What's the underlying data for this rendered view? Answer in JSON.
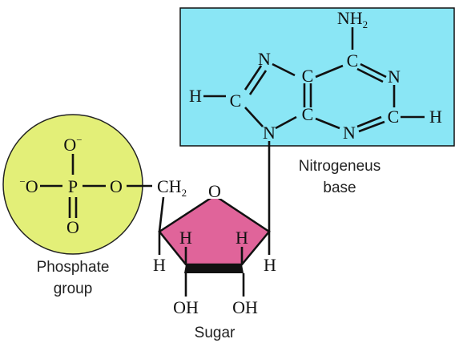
{
  "colors": {
    "base_box_fill": "#8ae6f5",
    "phosphate_fill": "#e3ef78",
    "sugar_fill": "#e0649a",
    "bond_color": "#111111"
  },
  "base": {
    "nh2_main": "NH",
    "nh2_sub": "2",
    "n_top_left": "N",
    "c_top": "C",
    "c_mid_upper": "C",
    "n_right_upper": "N",
    "h_left": "H",
    "c_left": "C",
    "c_mid_lower": "C",
    "c_right": "C",
    "h_right": "H",
    "n_bottom": "N",
    "n_bottom_mid": "N",
    "label_line1": "Nitrogeneus",
    "label_line2": "base"
  },
  "phosphate": {
    "o_top_main": "O",
    "o_top_sup": "−",
    "o_left_sup": "−",
    "o_left_main": "O",
    "p": "P",
    "o_right": "O",
    "o_bottom": "O",
    "label_line1": "Phosphate",
    "label_line2": "group"
  },
  "sugar": {
    "ch2_main": "CH",
    "ch2_sub": "2",
    "o_ring": "O",
    "h_inner_left": "H",
    "h_inner_right": "H",
    "h_outer_left": "H",
    "h_outer_right": "H",
    "oh_left": "OH",
    "oh_right": "OH",
    "label": "Sugar"
  }
}
